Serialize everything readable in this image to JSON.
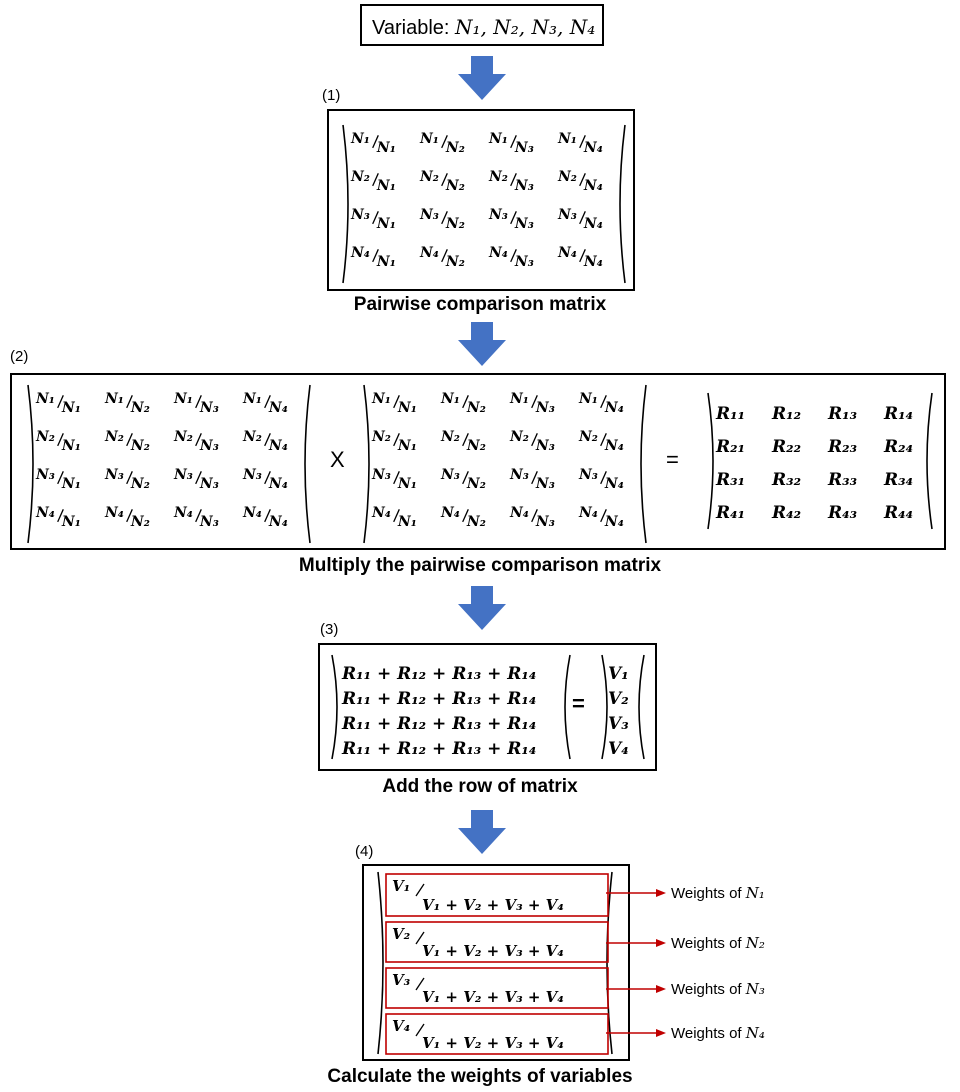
{
  "top": {
    "label": "Variable:",
    "variables": [
      "N1",
      "N2",
      "N3",
      "N4"
    ]
  },
  "steps": {
    "s1": {
      "num": "(1)",
      "caption": "Pairwise comparison matrix"
    },
    "s2": {
      "num": "(2)",
      "caption": "Multiply the pairwise comparison matrix",
      "times": "X",
      "equals": "="
    },
    "s3": {
      "num": "(3)",
      "caption": "Add the row of matrix",
      "equals": "="
    },
    "s4": {
      "num": "(4)",
      "caption": "Calculate the weights of variables"
    }
  },
  "matrix_sym": "N",
  "indices": [
    "1",
    "2",
    "3",
    "4"
  ],
  "r_sym": "R",
  "v_sym": "V",
  "weights": {
    "prefix": "Weights of",
    "labels": [
      "N1",
      "N2",
      "N3",
      "N4"
    ]
  },
  "colors": {
    "arrow": "#4472c4",
    "highlight": "#c00000",
    "line": "#000000"
  }
}
